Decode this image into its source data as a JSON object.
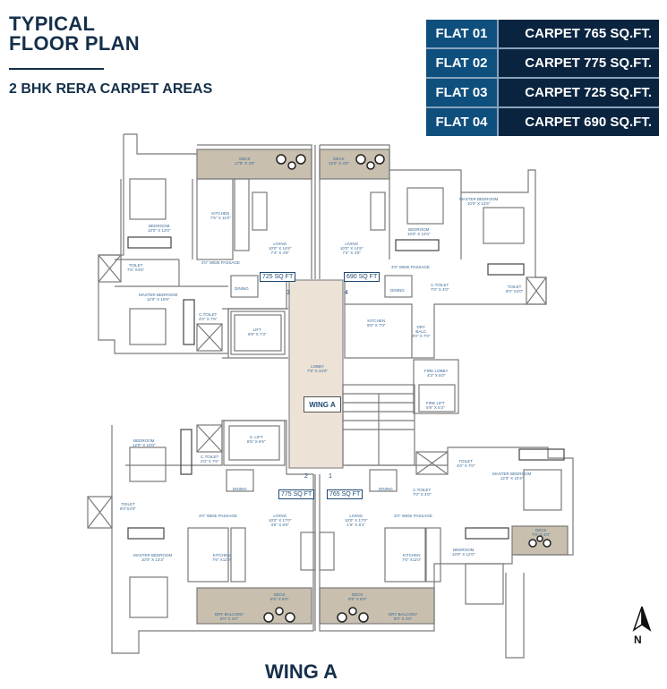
{
  "header": {
    "title_line1": "TYPICAL",
    "title_line2": "FLOOR PLAN",
    "subtitle": "2 BHK RERA CARPET AREAS"
  },
  "area_table": [
    {
      "flat": "FLAT 01",
      "carpet": "CARPET 765 SQ.FT."
    },
    {
      "flat": "FLAT 02",
      "carpet": "CARPET 775 SQ.FT."
    },
    {
      "flat": "FLAT 03",
      "carpet": "CARPET 725 SQ.FT."
    },
    {
      "flat": "FLAT 04",
      "carpet": "CARPET 690 SQ.FT."
    }
  ],
  "colors": {
    "title": "#15304a",
    "flat_cell": "#0e4f7e",
    "carpet_cell": "#0a2440",
    "deck": "#c8bfae",
    "lobby": "#ece2d6",
    "room_label": "#3a6a96"
  },
  "plan": {
    "flat3": {
      "sqft": "725 SQ FT",
      "number": "3",
      "deck": "DECK",
      "deck_dim": "17'9\" X 4'0\"",
      "kitchen": "KITCHEN",
      "kitchen_dim": "7'5\" X 11'0\"",
      "living": "LIVING",
      "living_dim1": "10'0\" X 14'6\"",
      "living_dim2": "7'3\" X 4'9\"",
      "bedroom": "BEDROOM",
      "bedroom_dim": "10'0\" X 13'0\"",
      "passage": "3'0\" WIDE PASSAGE",
      "toilet": "TOILET",
      "toilet_dim": "7'6\" X4'6\"",
      "master": "MASTER BEDROOM",
      "master_dim": "12'0\" X 10'6\"",
      "ctoilet": "C.TOILET",
      "ctoilet_dim": "4'0\" X 7'6\"",
      "dining": "DINING"
    },
    "flat4": {
      "sqft": "690 SQ FT",
      "number": "4",
      "deck": "DECK",
      "deck_dim": "10'0\" X 4'0\"",
      "living": "LIVING",
      "living_dim1": "10'0\" X 14'6\"",
      "living_dim2": "7'2\" X 4'0\"",
      "bedroom": "BEDROOM",
      "bedroom_dim": "10'0\" X 12'0\"",
      "master": "MASTER BEDROOM",
      "master_dim": "10'0\" X 12'6\"",
      "passage": "3'0\" WIDE PASSAGE",
      "ctoilet": "C.TOILET",
      "ctoilet_dim": "7'0\" X 4'0\"",
      "toilet": "TOILET",
      "toilet_dim": "8'0\" X4'0\"",
      "kitchen": "KITCHEN",
      "kitchen_dim": "9'6\" X 7'0\"",
      "dry_balc": "DRY",
      "dry_balc2": "BALC",
      "dry_balc_dim": "3'0\" X 7'0\"",
      "dining": "DINING"
    },
    "core": {
      "lift": "LIFT",
      "lift_dim": "8'9\" X 7'3\"",
      "lobby": "LOBBY",
      "lobby_dim": "7'9\" X 24'0\"",
      "wing_label": "WING A",
      "fire_lobby": "FIRE LOBBY",
      "fire_lobby_dim": "4'3\" X 5'0\"",
      "fire_lift": "FIRE LIFT",
      "fire_lift_dim": "6'9\" X 5'3\"",
      "s_lift": "S. LIFT",
      "s_lift_dim": "8'6\" X 6'6\""
    },
    "flat2": {
      "sqft": "775 SQ FT",
      "number": "2",
      "bedroom": "BEDROOM",
      "bedroom_dim": "12'0\" X 10'0\"",
      "ctoilet": "C.TOILET",
      "ctoilet_dim": "4'0\" X 7'6\"",
      "toilet": "TOILET",
      "toilet_dim": "8'0\"X4'0\"",
      "dining": "DINING",
      "passage": "3'0\" WIDE PASSAGE",
      "living": "LIVING",
      "living_dim1": "10'0\" X 17'0\"",
      "living_dim2": "3'6\" X 8'0\"",
      "master": "MASTER BEDROOM",
      "master_dim": "10'0\" X 13'3\"",
      "kitchen": "KITCHEN",
      "kitchen_dim": "7'6\" X11'0\"",
      "deck": "DECK",
      "deck_dim": "9'9\" X 6'0\"",
      "dry_balcony": "DRY BALCONY",
      "dry_balcony_dim": "8'0\" X 4'0\""
    },
    "flat1": {
      "sqft": "765 SQ FT",
      "number": "1",
      "dining": "DINING",
      "ctoilet": "C.TOILET",
      "ctoilet_dim": "7'0\" X 4'0\"",
      "toilet": "TOILET",
      "toilet_dim": "4'0\" X 7'0\"",
      "master": "MASTER BEDROOM",
      "master_dim": "12'0\" X 10'4\"",
      "passage": "3'0\" WIDE PASSAGE",
      "living": "LIVING",
      "living_dim1": "10'0\" X 17'0\"",
      "living_dim2": "1'6\" X 8'1\"",
      "kitchen": "KITCHEN",
      "kitchen_dim": "7'6\" X11'0\"",
      "bedroom": "BEDROOM",
      "bedroom_dim": "10'0\" X 12'0\"",
      "deck": "DECK",
      "deck_dim": "9'9\" X 6'0\"",
      "side_deck": "DECK",
      "side_deck_dim": "7'0\" X 4'0\"",
      "dry_balcony": "DRY BALCONY",
      "dry_balcony_dim": "8'0\" X 4'0\""
    }
  },
  "footer": {
    "wing": "WING A"
  },
  "compass": {
    "label": "N",
    "icon": "north-arrow-icon"
  }
}
